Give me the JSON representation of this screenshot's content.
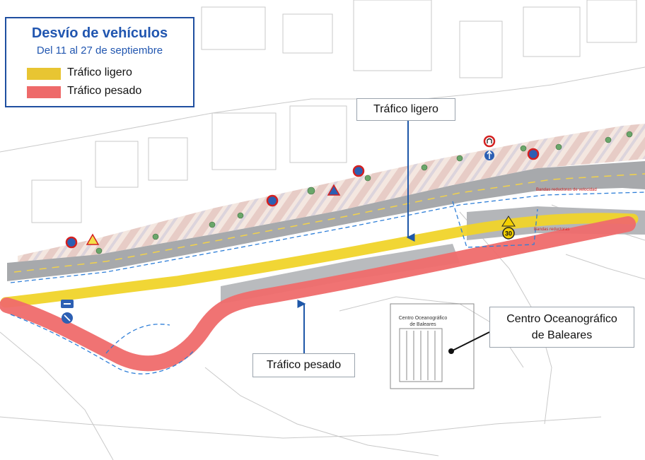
{
  "legend": {
    "title": "Desvío de vehículos",
    "subtitle": "Del 11 al 27 de septiembre",
    "items": [
      {
        "label": "Tráfico ligero",
        "color": "#e8c532"
      },
      {
        "label": "Tráfico pesado",
        "color": "#ee6a6a"
      }
    ]
  },
  "callouts": {
    "light_traffic": "Tráfico ligero",
    "heavy_traffic": "Tráfico pesado",
    "oceanographic_line1": "Centro Oceanográfico",
    "oceanographic_line2": "de Baleares"
  },
  "map_labels": {
    "speed_bumps_1": "Bandas reductoras de velocidad",
    "speed_bumps_2": "Bandas reductoras",
    "building_line1": "Centro Oceanográfico",
    "building_line2": "de Baleares",
    "speed_sign": "30"
  },
  "colors": {
    "road": "#a7a9ac",
    "light_route": "#f0d42a",
    "heavy_route": "#ef6b6b",
    "legend_border": "#1f4fa0",
    "arrow": "#1e57a8",
    "detour_dash": "#2f7fd8"
  }
}
